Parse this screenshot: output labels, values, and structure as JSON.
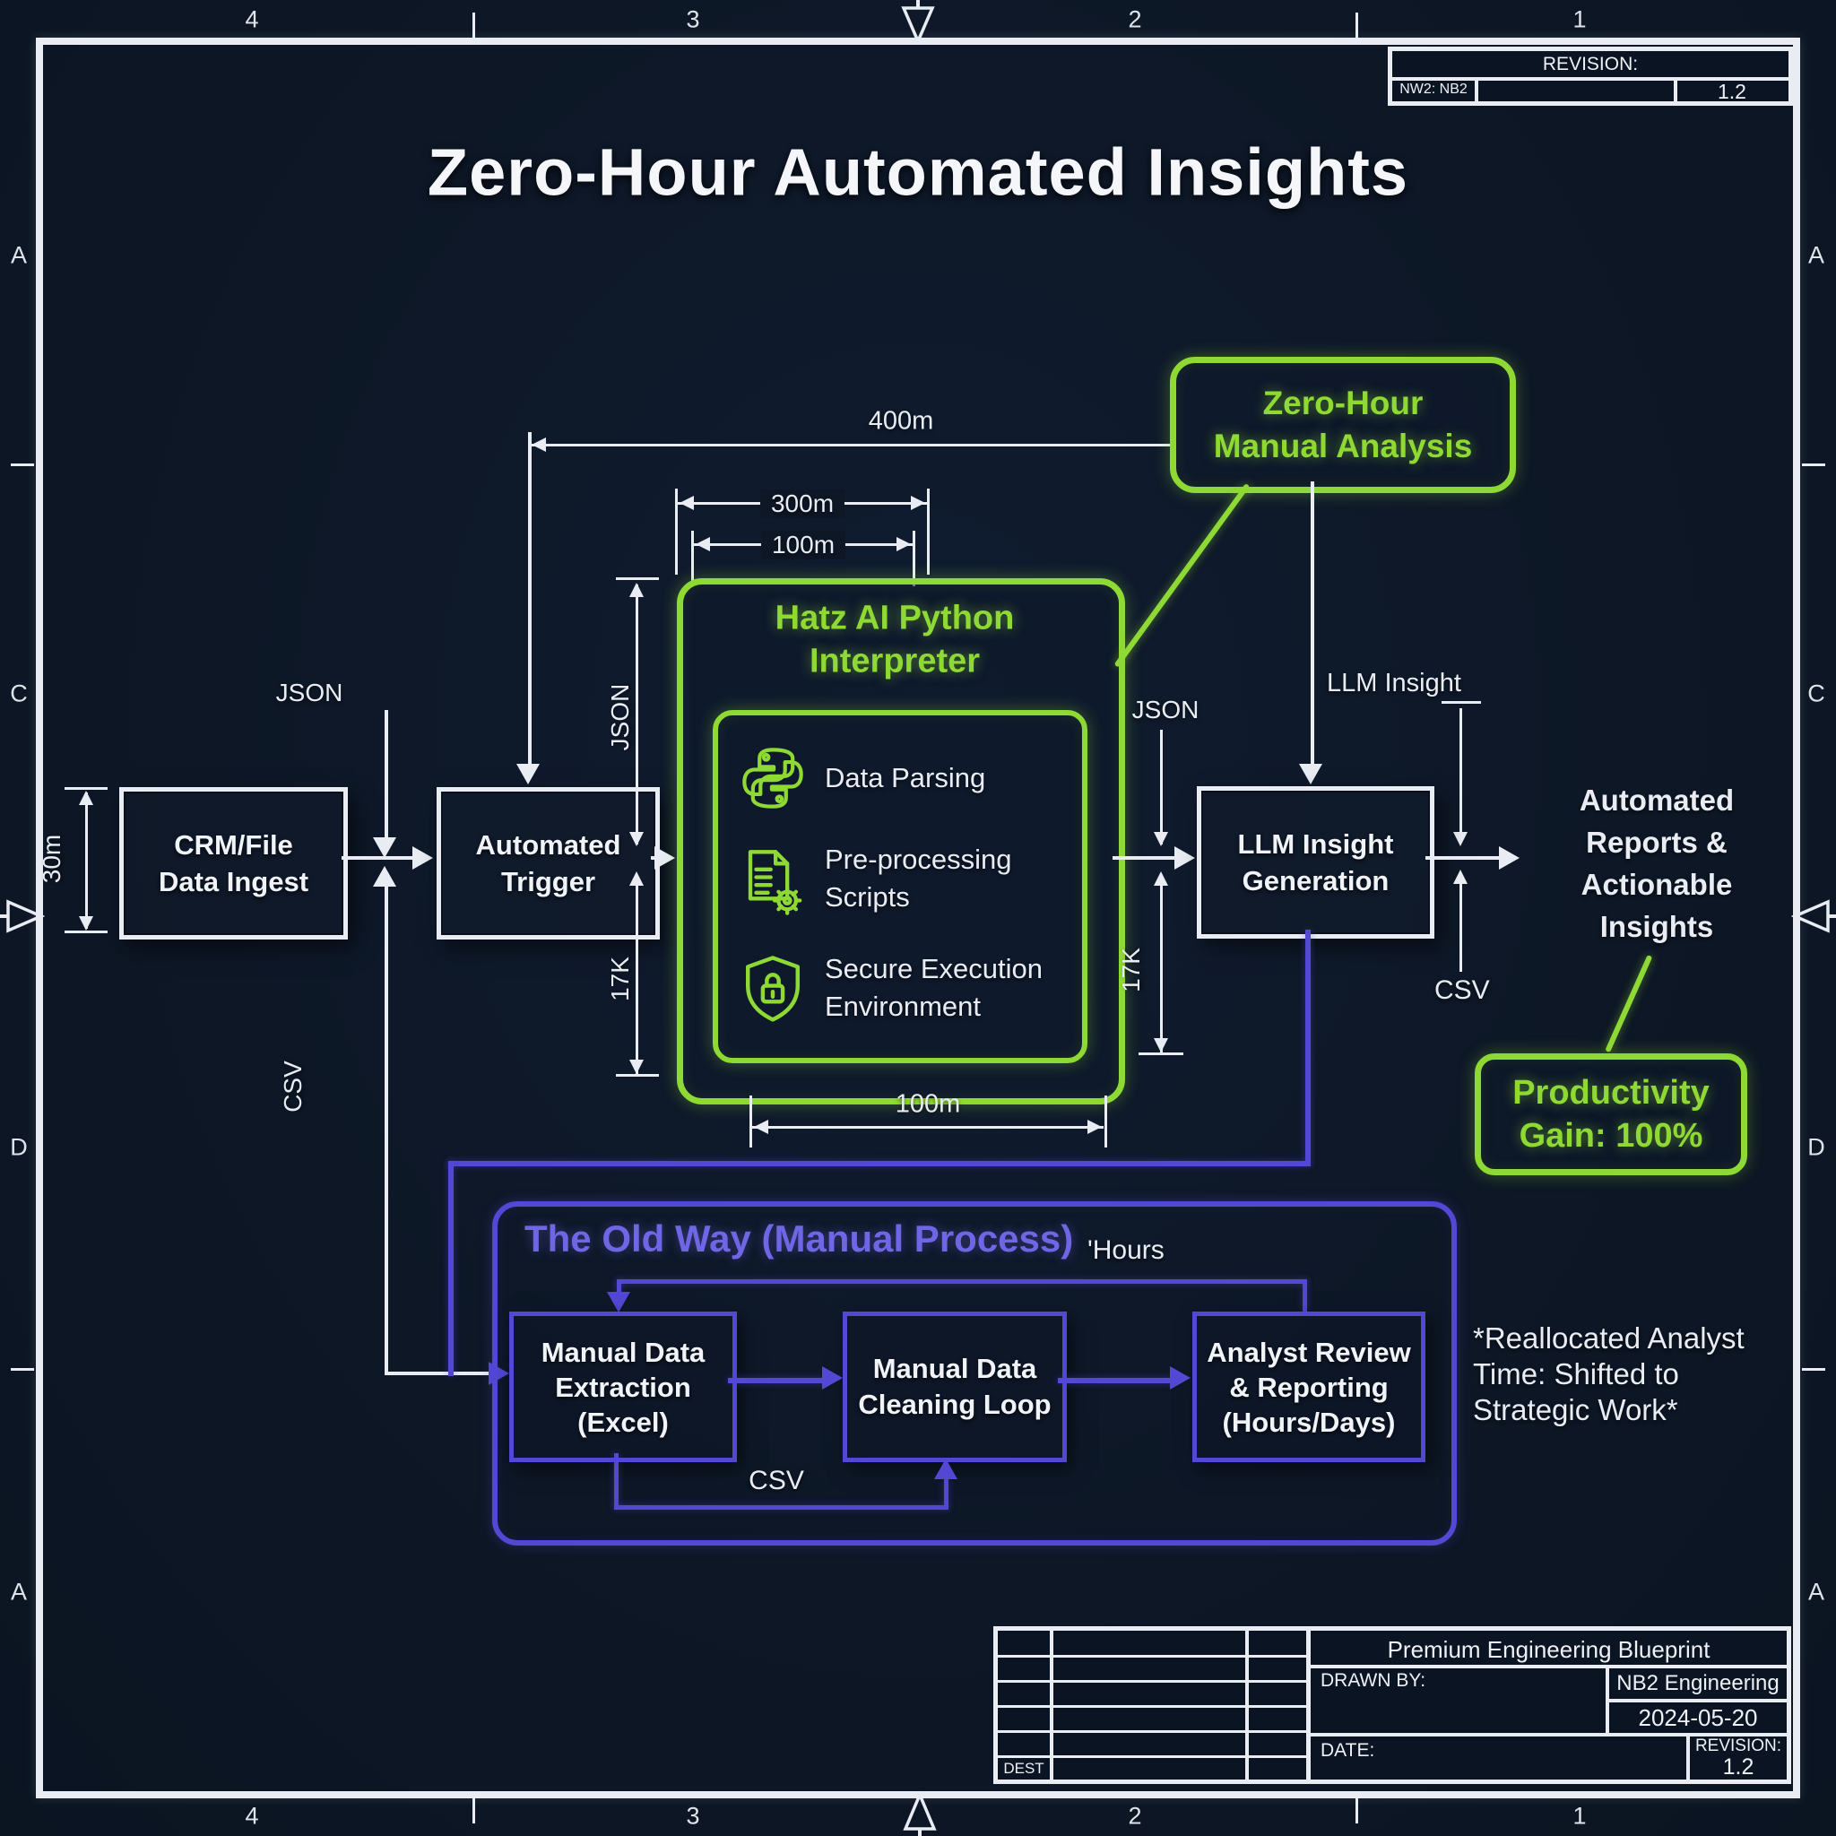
{
  "title": "Zero-Hour Automated Insights",
  "border": {
    "top_numbers": [
      "4",
      "3",
      "2",
      "1"
    ],
    "bottom_numbers": [
      "4",
      "3",
      "2",
      "1"
    ],
    "left_letters": [
      "A",
      "C",
      "D",
      "A"
    ],
    "right_letters": [
      "A",
      "C",
      "D",
      "A"
    ]
  },
  "revision_stamp": {
    "label": "REVISION:",
    "number": "NW2: NB2",
    "value": "1.2"
  },
  "dims": {
    "d400": "400m",
    "d300": "300m",
    "d100_top": "100m",
    "d100_bottom": "100m",
    "d30": "30m",
    "json_ingest": "JSON",
    "csv_ingest": "CSV",
    "json_trigger": "JSON",
    "k17_left": "17K",
    "json_llm": "JSON",
    "k17_right": "17K",
    "llm_insight": "LLM Insight",
    "csv_out": "CSV"
  },
  "flow": {
    "crm_lines": [
      "CRM/File",
      "Data Ingest"
    ],
    "trigger_lines": [
      "Automated",
      "Trigger"
    ],
    "hatz_lines": [
      "Hatz AI Python",
      "Interpreter"
    ],
    "features": [
      {
        "icon": "python-icon",
        "label": "Data Parsing"
      },
      {
        "icon": "document-gear-icon",
        "label": "Pre-processing Scripts"
      },
      {
        "icon": "shield-lock-icon",
        "label": "Secure Execution Environment"
      }
    ],
    "llm_lines": [
      "LLM Insight",
      "Generation"
    ],
    "reports_lines": [
      "Automated",
      "Reports &",
      "Actionable",
      "Insights"
    ],
    "zero_hour_lines": [
      "Zero-Hour",
      "Manual Analysis"
    ],
    "productivity_lines": [
      "Productivity",
      "Gain: 100%"
    ]
  },
  "old_way": {
    "title": "The Old Way (Manual Process)",
    "hours_label": "'Hours",
    "csv_label": "CSV",
    "box1_lines": [
      "Manual Data",
      "Extraction",
      "(Excel)"
    ],
    "box2_lines": [
      "Manual Data",
      "Cleaning Loop"
    ],
    "box3_lines": [
      "Analyst Review",
      "& Reporting",
      "(Hours/Days)"
    ],
    "note_lines": [
      "*Reallocated Analyst",
      "Time: Shifted to",
      "Strategic Work*"
    ]
  },
  "title_block": {
    "name": "Premium Engineering Blueprint",
    "drawn_by_label": "DRAWN BY:",
    "drawn_by_value": "NB2 Engineering",
    "date_value": "2024-05-20",
    "date_label": "DATE:",
    "revision_label": "REVISION:",
    "revision_value": "1.2",
    "dest_label": "DEST"
  }
}
